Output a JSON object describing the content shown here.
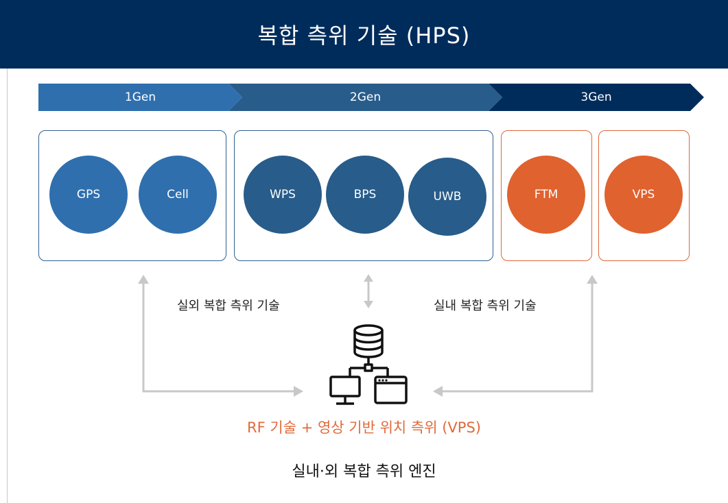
{
  "header": {
    "title": "복합 측위 기술 (HPS)"
  },
  "generations": [
    {
      "label": "1Gen",
      "color": "#2f6fae"
    },
    {
      "label": "2Gen",
      "color": "#285c8a"
    },
    {
      "label": "3Gen",
      "color": "#002c5b"
    }
  ],
  "groups": [
    {
      "nodes": [
        "GPS",
        "Cell"
      ],
      "node_color": "#2f6fae",
      "border_color": "#2e5f8f"
    },
    {
      "nodes": [
        "WPS",
        "BPS",
        "UWB"
      ],
      "node_color": "#285c8a",
      "border_color": "#2e5f8f"
    },
    {
      "nodes": [
        "FTM"
      ],
      "node_color": "#e0622f",
      "border_color": "#e0673a"
    },
    {
      "nodes": [
        "VPS"
      ],
      "node_color": "#e0622f",
      "border_color": "#e0673a"
    }
  ],
  "captions": {
    "outdoor": "실외 복합 측위 기술",
    "indoor": "실내 복합 측위 기술"
  },
  "icons": {
    "center": "database-network-icon"
  },
  "subtitle": "RF 기술 + 영상 기반 위치 측위 (VPS)",
  "engine": "실내·외 복합 측위 엔진",
  "colors": {
    "arrow": "#c8c8c8",
    "accent_orange": "#e06a3a",
    "navy": "#002c5b"
  }
}
